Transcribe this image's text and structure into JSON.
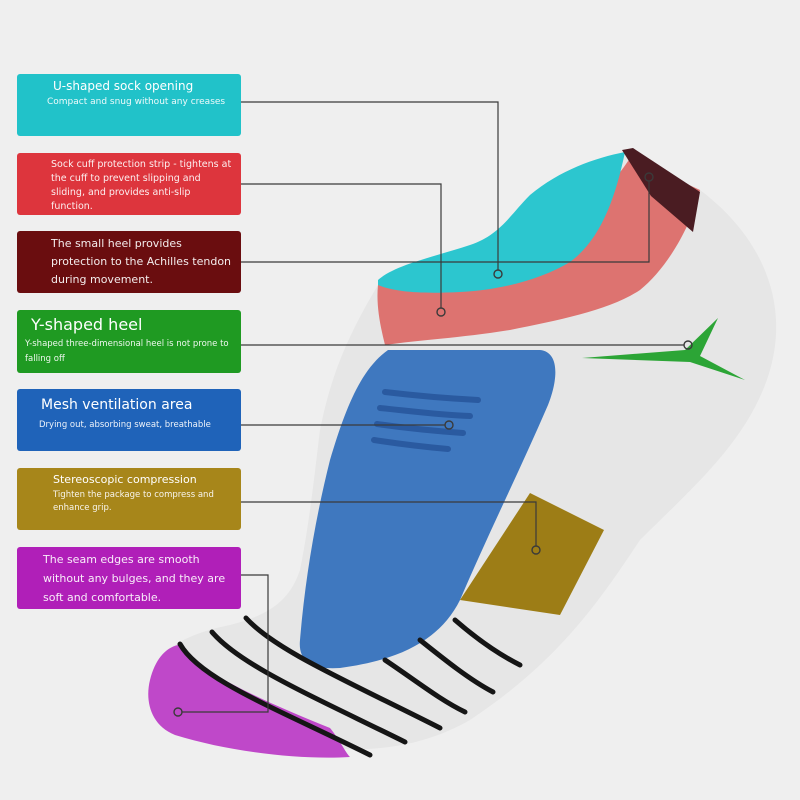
{
  "diagram": {
    "subject": "Ankle sock feature callouts",
    "colors": {
      "background": "#efefef",
      "cyan": "#21c2c9",
      "red": "#dd353d",
      "maroon": "#6a0d0f",
      "green": "#1f9a22",
      "blue": "#1f63b9",
      "olive": "#a7861a",
      "purple": "#b01fb8",
      "sock_white": "#e6e6e6",
      "cuff_pink": "#dd7370",
      "opening_cyan": "#2cc6cf",
      "heel_tab": "#4a1c22",
      "mesh_blue": "#3f78bf",
      "y_heel_green": "#2ca536",
      "compression_olive": "#9d7d16",
      "toe_purple": "#bf48c9",
      "stripe_black": "#151515",
      "leader_line": "#3a3a3a"
    },
    "callouts": [
      {
        "id": "u-shaped-opening",
        "title": "U-shaped sock opening",
        "description": "Compact and snug without any creases"
      },
      {
        "id": "cuff-protection-strip",
        "title": "",
        "description": "Sock cuff protection strip - tightens at the cuff to prevent slipping and sliding, and provides anti-slip function."
      },
      {
        "id": "small-heel",
        "title": "",
        "description": "The small heel provides protection to the Achilles tendon during movement."
      },
      {
        "id": "y-shaped-heel",
        "title": "Y-shaped heel",
        "description": "Y-shaped three-dimensional heel is not prone to falling off"
      },
      {
        "id": "mesh-ventilation",
        "title": "Mesh ventilation area",
        "description": "Drying out, absorbing sweat, breathable"
      },
      {
        "id": "stereoscopic-compression",
        "title": "Stereoscopic compression",
        "description": "Tighten the package to compress and enhance grip."
      },
      {
        "id": "smooth-seam",
        "title": "",
        "description": "The seam edges are smooth without any bulges, and they are soft and comfortable."
      }
    ]
  }
}
